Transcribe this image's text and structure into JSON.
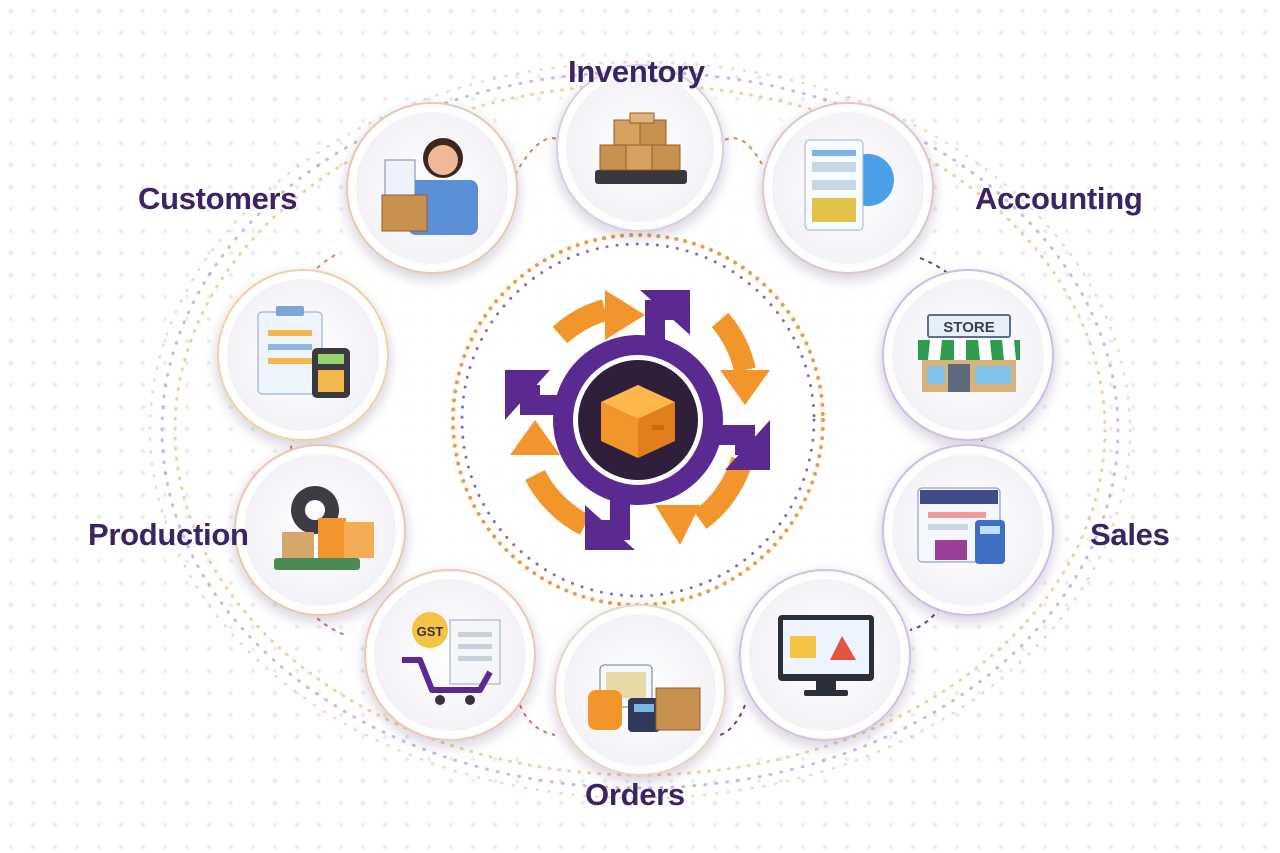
{
  "labels": {
    "inventory": "Inventory",
    "customers": "Customers",
    "accounting": "Accounting",
    "production": "Production",
    "sales": "Sales",
    "orders": "Orders"
  },
  "icon_texts": {
    "store_sign": "STORE",
    "gst_badge": "GST"
  },
  "colors": {
    "purple": "#5b2a91",
    "orange": "#f2962c",
    "label": "#3d2363",
    "box_dark": "#2f1f3a"
  }
}
